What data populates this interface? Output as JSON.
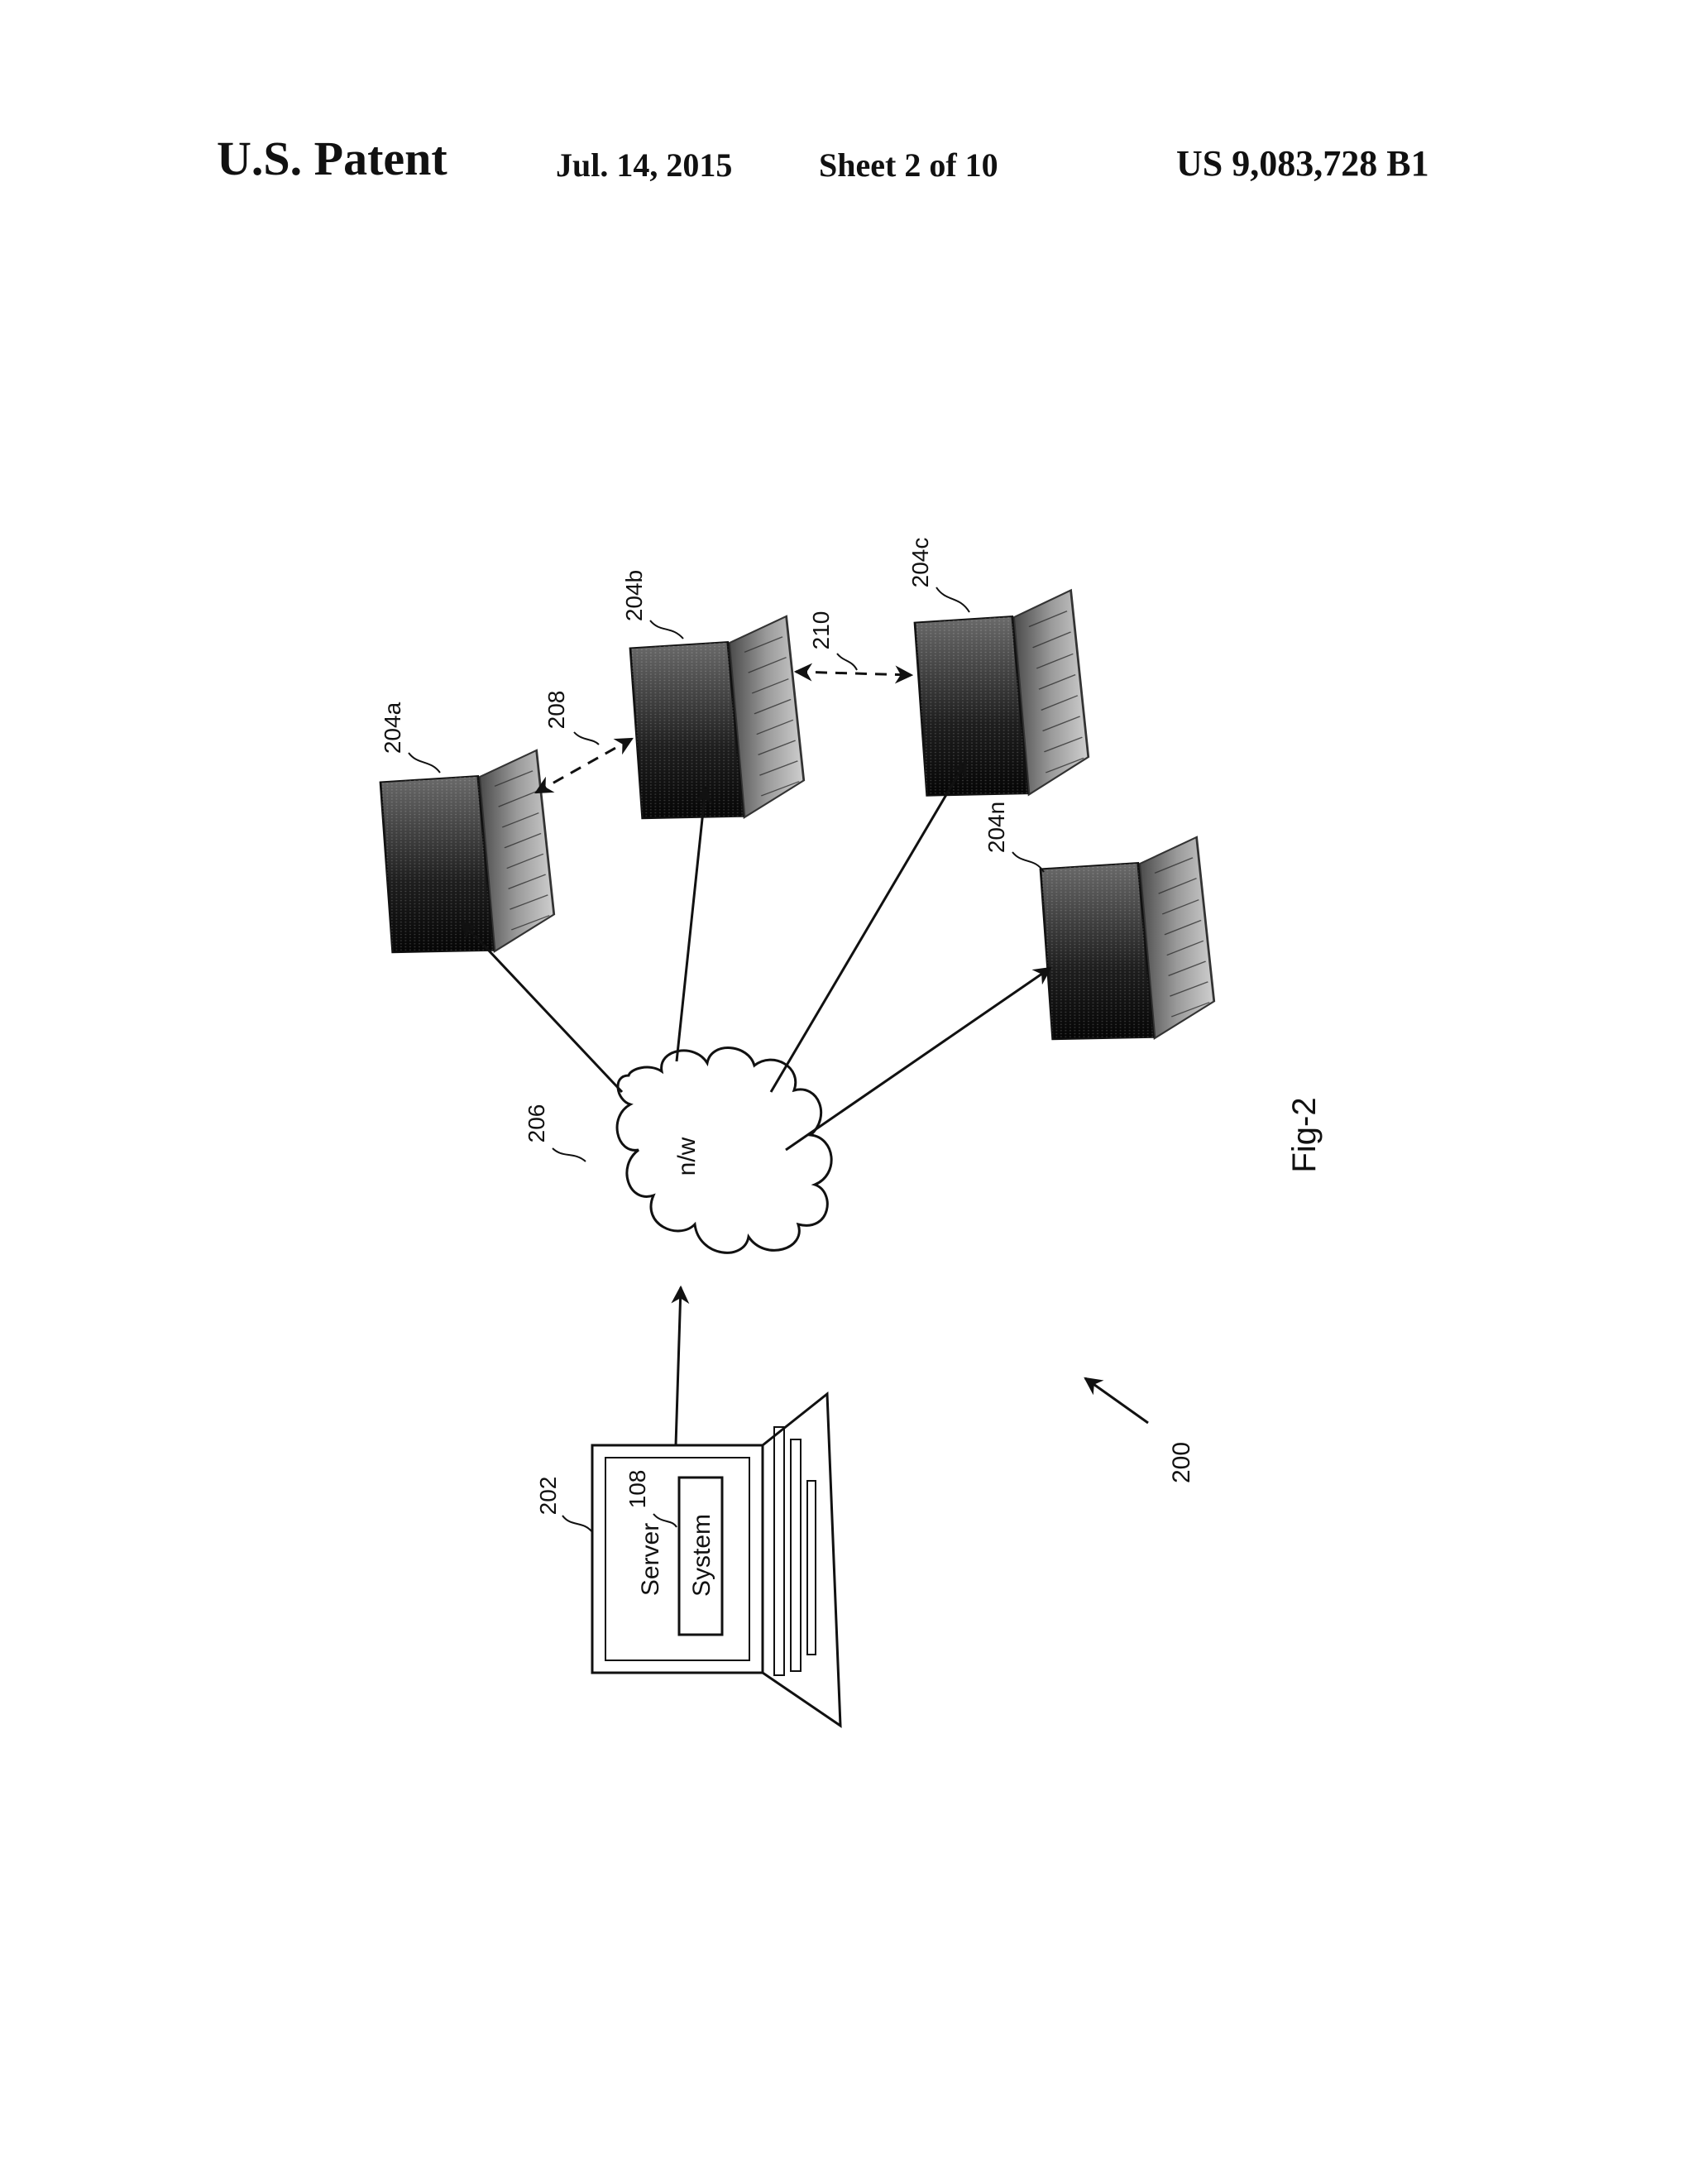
{
  "header": {
    "title": "U.S. Patent",
    "date": "Jul. 14, 2015",
    "sheet": "Sheet 2 of 10",
    "patent_number": "US 9,083,728 B1"
  },
  "diagram": {
    "server": {
      "ref": "202",
      "label": "Server",
      "system_ref": "108",
      "system_label": "System"
    },
    "network": {
      "ref": "206",
      "label": "n/w"
    },
    "clients": [
      {
        "ref": "204a"
      },
      {
        "ref": "204b"
      },
      {
        "ref": "204c"
      },
      {
        "ref": "204n"
      }
    ],
    "peer_links": [
      {
        "ref": "208"
      },
      {
        "ref": "210"
      }
    ],
    "overall_ref": "200",
    "figure_label": "Fig-2"
  }
}
